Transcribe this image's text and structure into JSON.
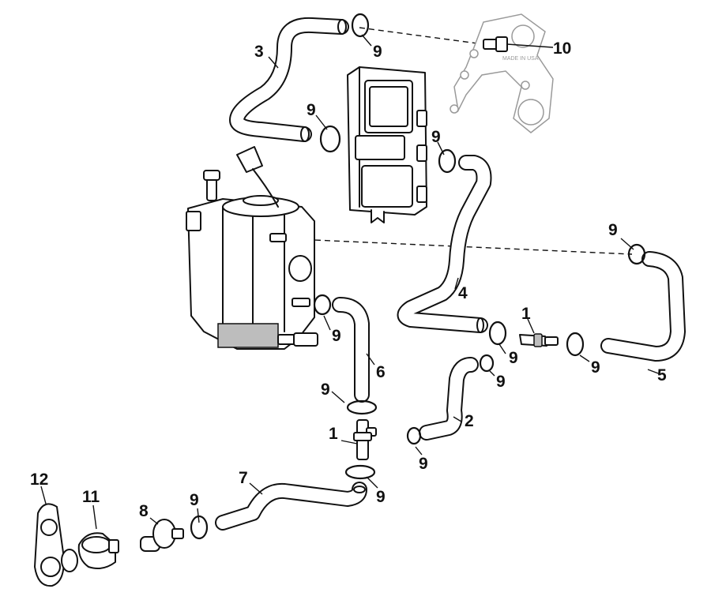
{
  "diagram": {
    "callouts": {
      "c1a": "1",
      "c1b": "1",
      "c2": "2",
      "c3": "3",
      "c4": "4",
      "c5": "5",
      "c6": "6",
      "c7": "7",
      "c8": "8",
      "c9a": "9",
      "c9b": "9",
      "c9c": "9",
      "c9d": "9",
      "c9e": "9",
      "c9f": "9",
      "c9g": "9",
      "c9h": "9",
      "c9i": "9",
      "c9j": "9",
      "c9k": "9",
      "c9l": "9",
      "c10": "10",
      "c11": "11",
      "c12": "12"
    },
    "bracket_text": "MADE IN USA"
  },
  "colors": {
    "line": "#111111",
    "faded": "#9a9a9a",
    "shade": "#bdbdbd"
  }
}
